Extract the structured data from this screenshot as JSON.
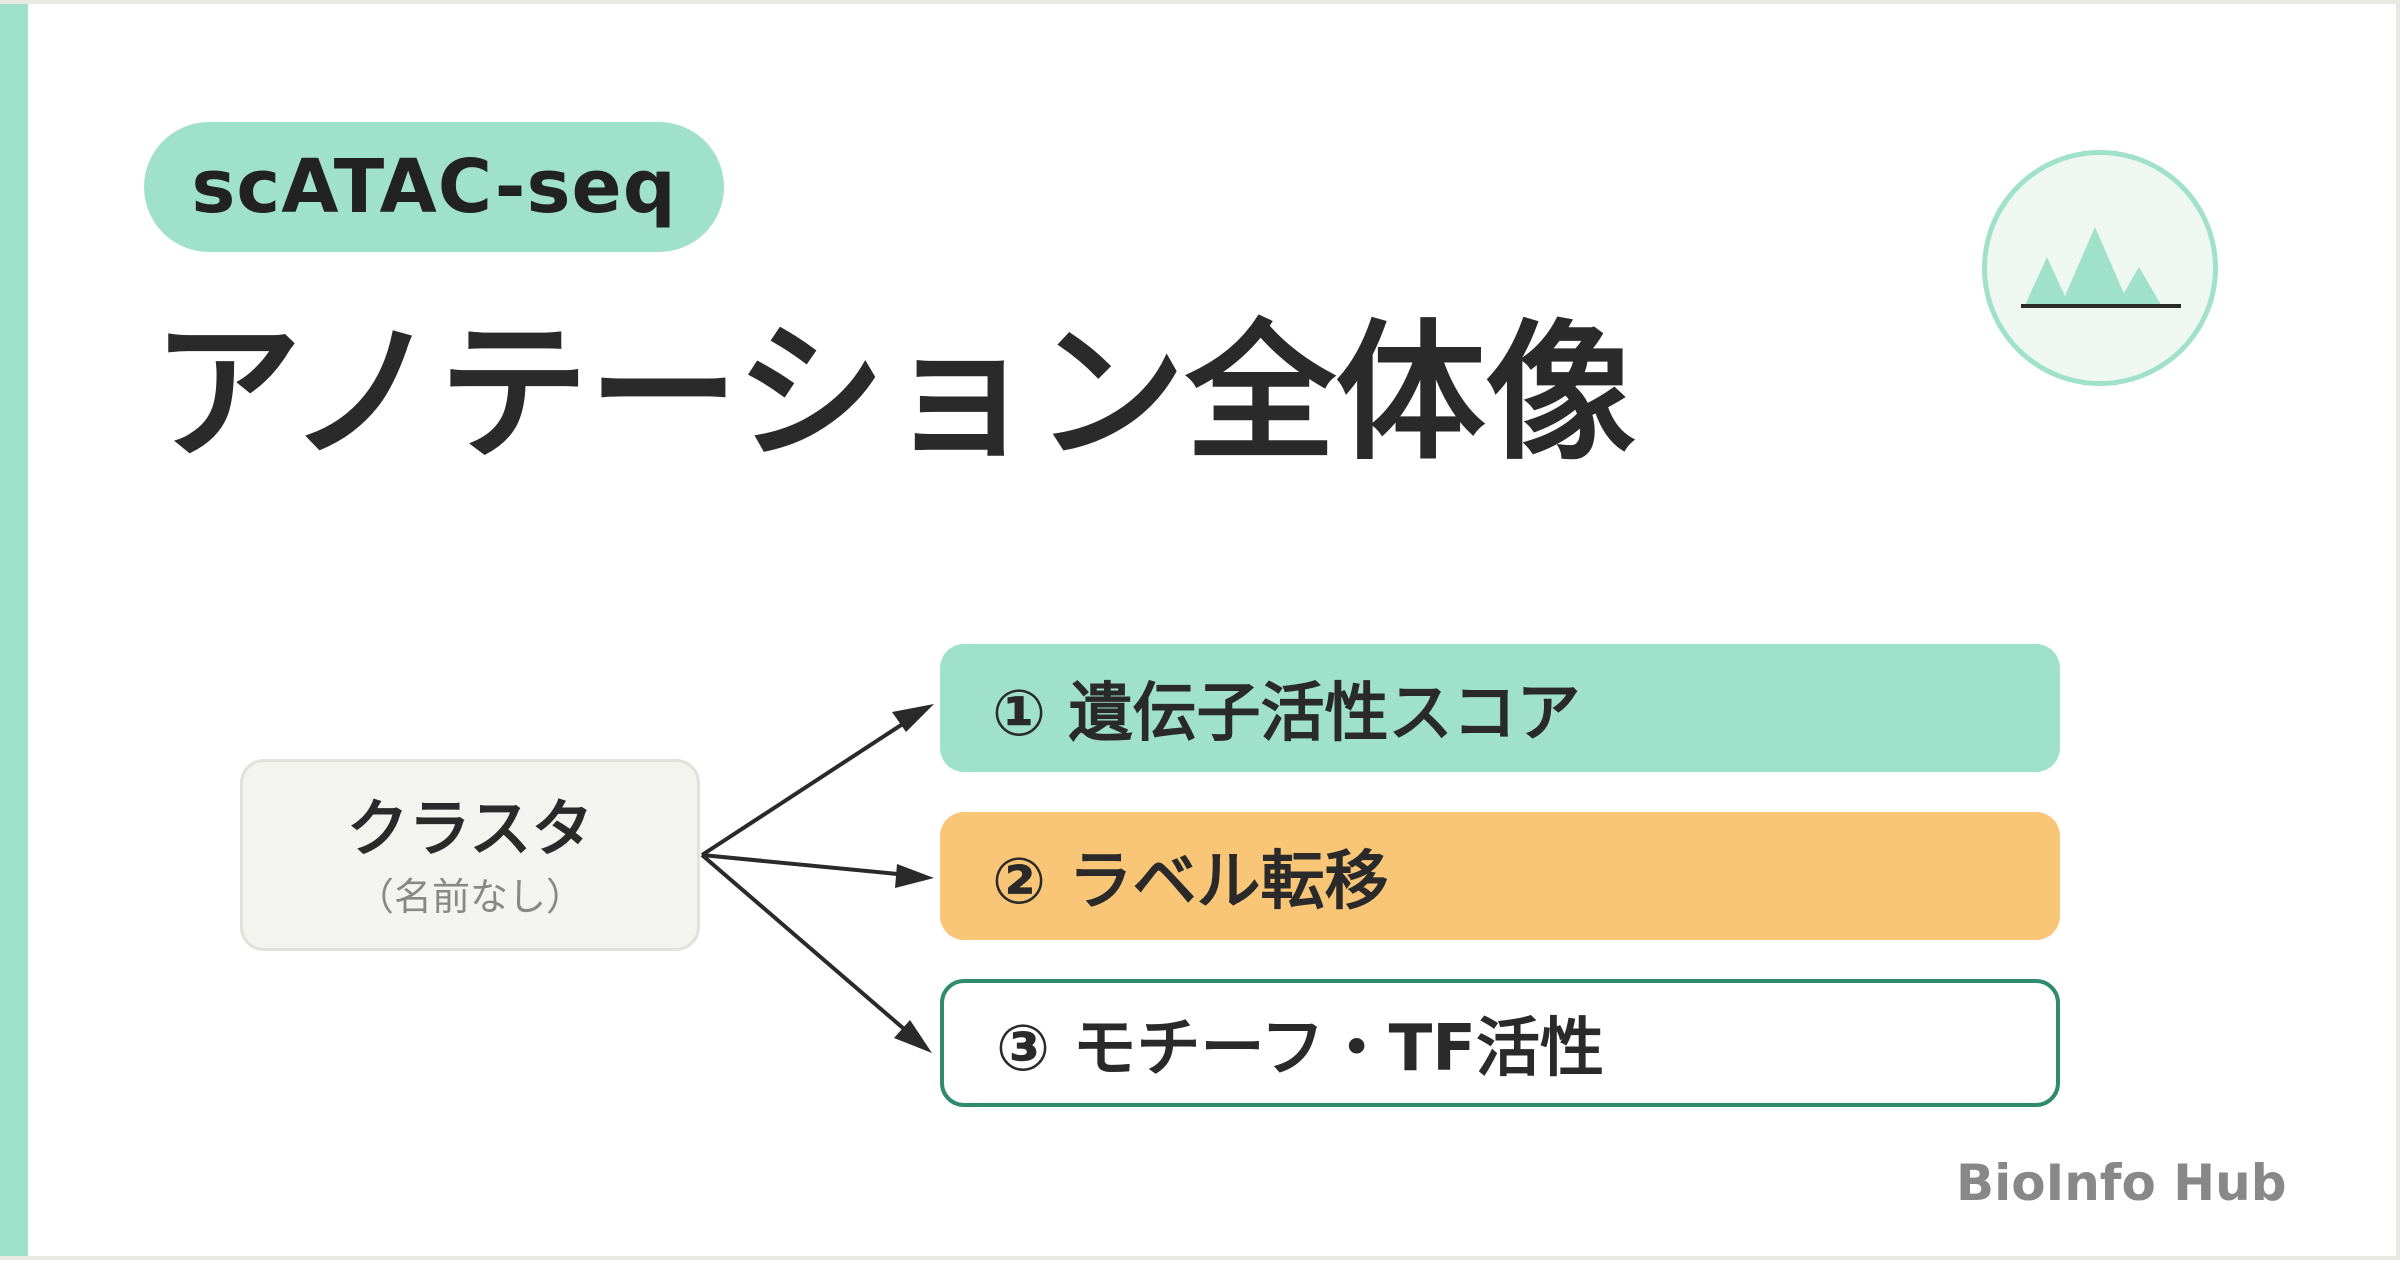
{
  "tag": {
    "label": "scATAC-seq"
  },
  "title": "アノテーション全体像",
  "logo": {
    "icon": "peaks-icon"
  },
  "source_node": {
    "label": "クラスタ",
    "sublabel": "（名前なし）"
  },
  "options": [
    {
      "label": "① 遺伝子活性スコア",
      "color": "#a0e1cc"
    },
    {
      "label": "② ラベル転移",
      "color": "#f9c677"
    },
    {
      "label": "③ モチーフ・TF活性",
      "color": "#ffffff",
      "border": "#2f8a6e"
    }
  ],
  "brand": "BioInfo Hub",
  "colors": {
    "accent": "#a0e1cc",
    "orange": "#f9c677",
    "outline_green": "#2f8a6e",
    "text": "#2a2a2a"
  }
}
